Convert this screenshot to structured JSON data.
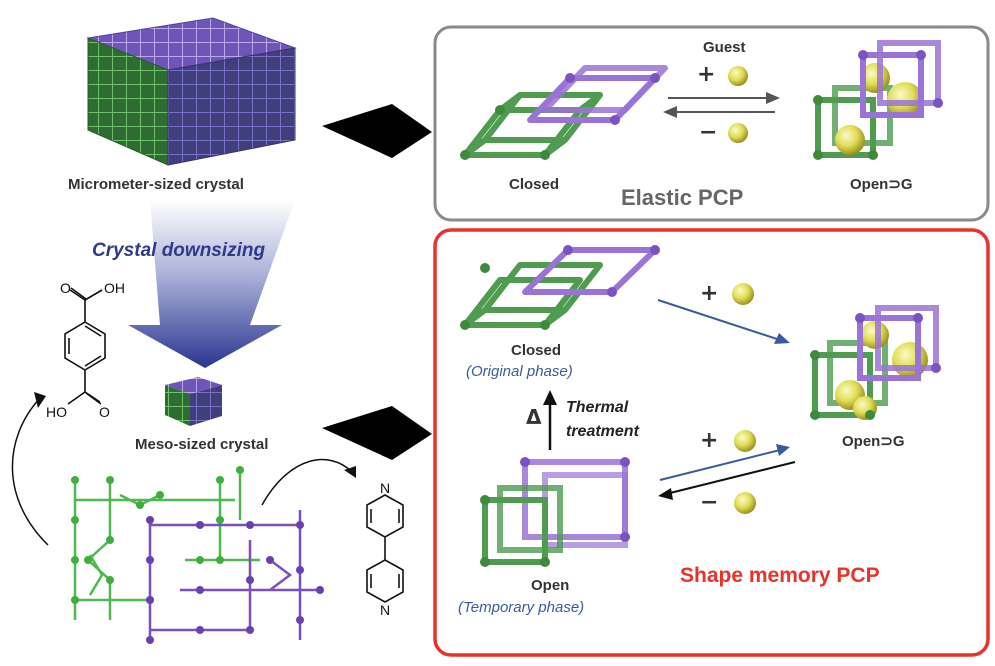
{
  "top_left": {
    "micro_label": "Micrometer-sized crystal",
    "downsizing_label": "Crystal downsizing",
    "meso_label": "Meso-sized crystal"
  },
  "molecule_acid": {
    "oh_top": "OH",
    "oh_bottom": "HO",
    "o_top": "O",
    "o_bottom": "O"
  },
  "molecule_bipy": {
    "n_top": "N",
    "n_bottom": "N"
  },
  "elastic": {
    "title": "Elastic PCP",
    "guest_label": "Guest",
    "plus": "+",
    "minus": "−",
    "closed_label": "Closed",
    "open_label": "Open⊃G",
    "border_color": "#8a8a8a"
  },
  "shape_memory": {
    "title": "Shape memory PCP",
    "closed_label": "Closed",
    "closed_phase": "(Original phase)",
    "open_label": "Open",
    "open_phase": "(Temporary phase)",
    "open_guest_label": "Open⊃G",
    "delta": "Δ",
    "thermal_1": "Thermal",
    "thermal_2": "treatment",
    "plus_top": "+",
    "plus_bottom": "+",
    "minus": "−",
    "border_color": "#e8322a"
  },
  "colors": {
    "green_frame": "#3f9a45",
    "purple_frame": "#8a63c9",
    "guest_sphere": "#e3e05a",
    "arrow_blue": "#3a5aa0",
    "big_arrow": "#000000"
  }
}
